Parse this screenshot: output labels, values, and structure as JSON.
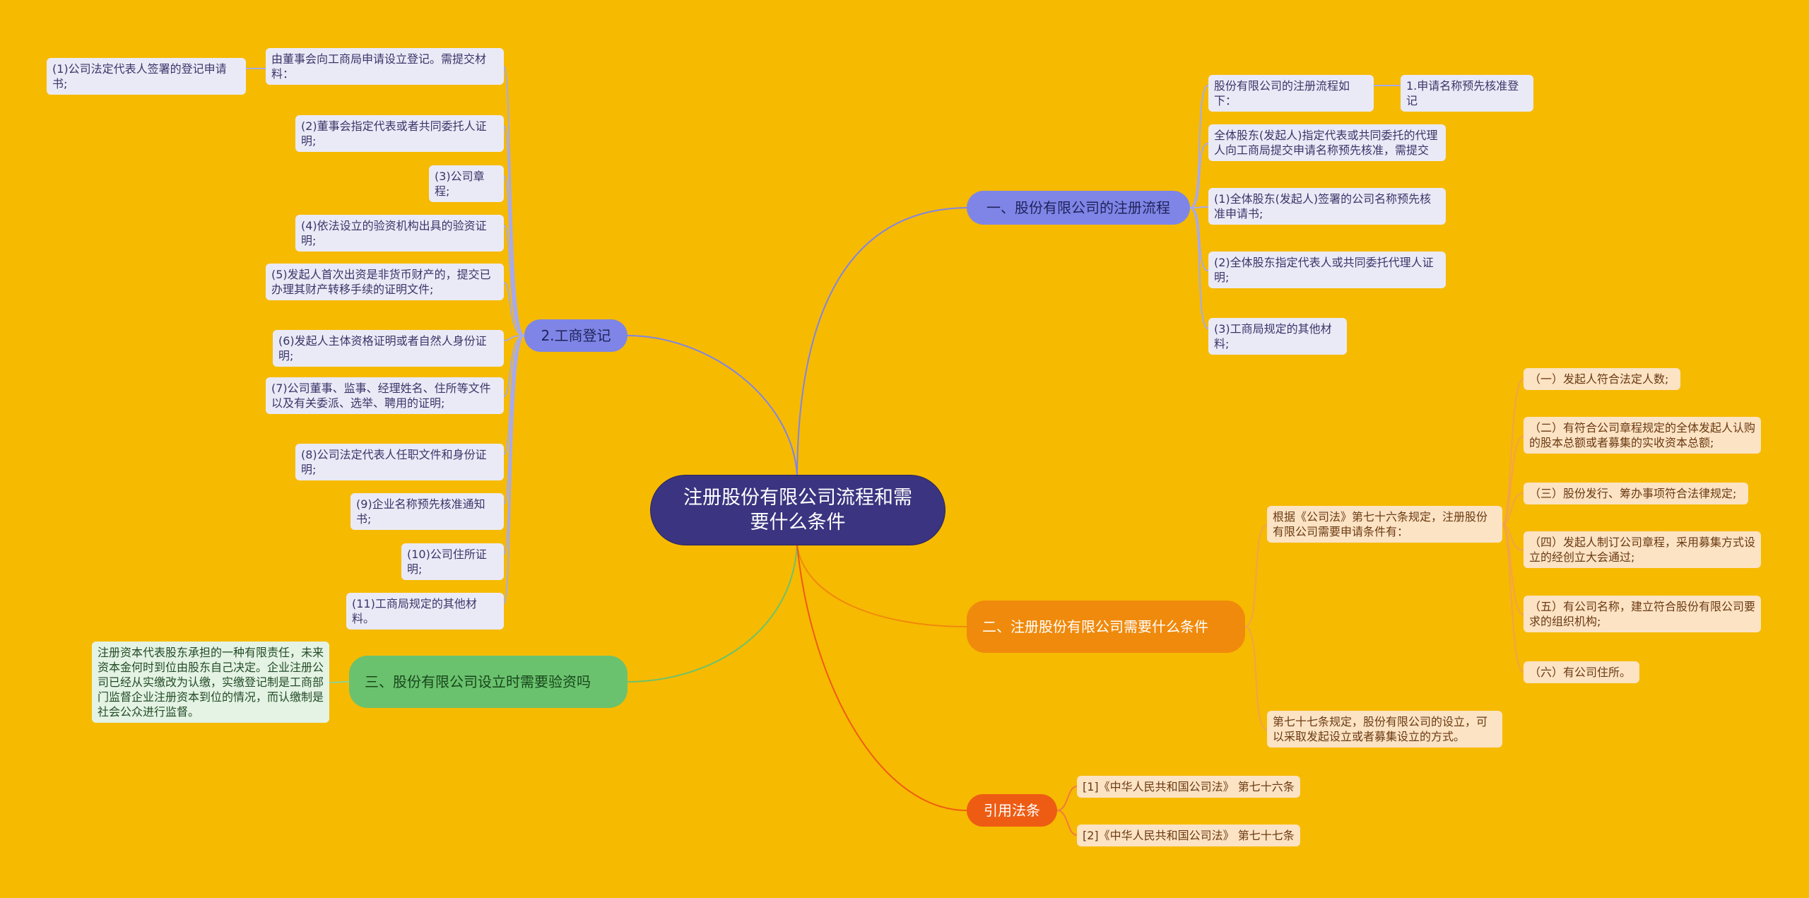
{
  "root": {
    "title": "注册股份有限公司流程和需要什么条件"
  },
  "branches": {
    "b1": {
      "label": "一、股份有限公司的注册流程",
      "items": [
        "股份有限公司的注册流程如下：",
        "1.申请名称预先核准登记",
        "全体股东(发起人)指定代表或共同委托的代理人向工商局提交申请名称预先核准，需提交",
        "(1)全体股东(发起人)签署的公司名称预先核准申请书;",
        "(2)全体股东指定代表人或共同委托代理人证明;",
        "(3)工商局规定的其他材料;"
      ]
    },
    "b2": {
      "label": "二、注册股份有限公司需要什么条件",
      "intro": "根据《公司法》第七十六条规定，注册股份有限公司需要申请条件有：",
      "conditions": [
        "（一）发起人符合法定人数;",
        "（二）有符合公司章程规定的全体发起人认购的股本总额或者募集的实收资本总额;",
        "（三）股份发行、筹办事项符合法律规定;",
        "（四）发起人制订公司章程，采用募集方式设立的经创立大会通过;",
        "（五）有公司名称，建立符合股份有限公司要求的组织机构;",
        "（六）有公司住所。"
      ],
      "note": "第七十七条规定，股份有限公司的设立，可以采取发起设立或者募集设立的方式。"
    },
    "b3": {
      "label": "三、股份有限公司设立时需要验资吗",
      "text": "注册资本代表股东承担的一种有限责任，未来资本金何时到位由股东自己决定。企业注册公司已经从实缴改为认缴，实缴登记制是工商部门监督企业注册资本到位的情况，而认缴制是社会公众进行监督。"
    },
    "b4": {
      "label": "2.工商登记",
      "head": "由董事会向工商局申请设立登记。需提交材料：",
      "head_child": "(1)公司法定代表人签署的登记申请书;",
      "items": [
        "(2)董事会指定代表或者共同委托人证明;",
        "(3)公司章程;",
        "(4)依法设立的验资机构出具的验资证明;",
        "(5)发起人首次出资是非货币财产的，提交已办理其财产转移手续的证明文件;",
        "(6)发起人主体资格证明或者自然人身份证明;",
        "(7)公司董事、监事、经理姓名、住所等文件以及有关委派、选举、聘用的证明;",
        "(8)公司法定代表人任职文件和身份证明;",
        "(9)企业名称预先核准通知书;",
        "(10)公司住所证明;",
        "(11)工商局规定的其他材料。"
      ]
    },
    "b5": {
      "label": "引用法条",
      "items": [
        "[1]《中华人民共和国公司法》 第七十六条",
        "[2]《中华人民共和国公司法》 第七十七条"
      ]
    }
  },
  "colors": {
    "background": "#F6BA01",
    "root": "#3B3480",
    "b1": "#7F85E6",
    "b2": "#F08A0C",
    "b3": "#6BC26E",
    "b5": "#EE5C13"
  }
}
